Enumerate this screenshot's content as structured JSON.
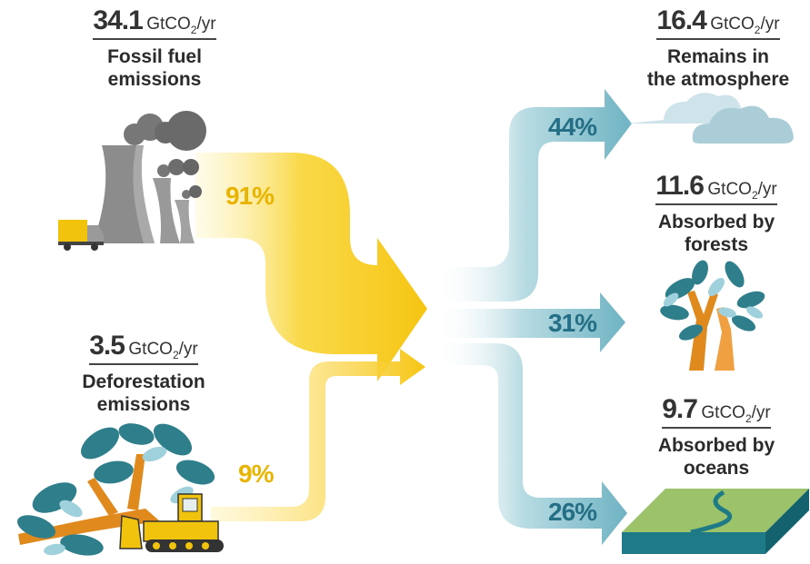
{
  "sources": [
    {
      "amount": "34.1",
      "unit": "GtCO",
      "unit_sub": "2",
      "unit_tail": "/yr",
      "label_lines": [
        "Fossil fuel",
        "emissions"
      ],
      "share": "91%"
    },
    {
      "amount": "3.5",
      "unit": "GtCO",
      "unit_sub": "2",
      "unit_tail": "/yr",
      "label_lines": [
        "Deforestation",
        "emissions"
      ],
      "share": "9%"
    }
  ],
  "sinks": [
    {
      "amount": "16.4",
      "unit": "GtCO",
      "unit_sub": "2",
      "unit_tail": "/yr",
      "label_lines": [
        "Remains in",
        "the atmosphere"
      ],
      "share": "44%"
    },
    {
      "amount": "11.6",
      "unit": "GtCO",
      "unit_sub": "2",
      "unit_tail": "/yr",
      "label_lines": [
        "Absorbed by",
        "forests"
      ],
      "share": "31%"
    },
    {
      "amount": "9.7",
      "unit": "GtCO",
      "unit_sub": "2",
      "unit_tail": "/yr",
      "label_lines": [
        "Absorbed by",
        "oceans"
      ],
      "share": "26%"
    }
  ],
  "colors": {
    "source_flow": "#f7c81c",
    "sink_flow": "#8cc3d0",
    "source_pct": "#e9b400",
    "sink_pct": "#246f85",
    "ocean": "#1d7a86",
    "land": "#9cc36a",
    "tree_leaf": "#2f7f8d",
    "trunk": "#e08a1e"
  },
  "icons": [
    "factory-icon",
    "truck-icon",
    "bulldozer-icon",
    "fallen-tree-icon",
    "cloud-icon",
    "tree-icon",
    "ocean-icon"
  ]
}
